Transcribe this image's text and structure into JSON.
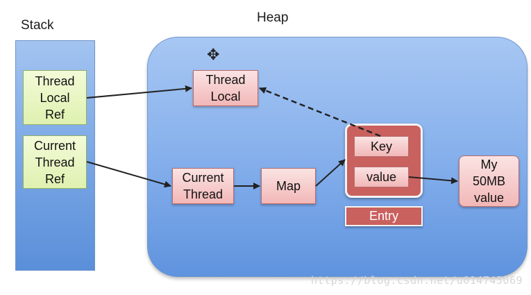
{
  "titles": {
    "stack": "Stack",
    "heap": "Heap"
  },
  "stack": {
    "thread_local_ref": "Thread\nLocal\nRef",
    "current_thread_ref": "Current\nThread\nRef"
  },
  "heap": {
    "thread_local": "Thread\nLocal",
    "current_thread": "Current\nThread",
    "map": "Map",
    "entry": {
      "key": "Key",
      "value": "value",
      "label": "Entry"
    },
    "my_value": "My\n50MB\nvalue"
  },
  "watermark": "https://blog.csdn.net/u014745069",
  "colors": {
    "stack_blue": "#7aa7e6",
    "heap_blue": "#86b0ec",
    "green_box": "#dff1b0",
    "pink_box": "#f2b7b7",
    "entry_red": "#c9615f"
  },
  "icons": {
    "cursor": "move-cursor-icon"
  }
}
